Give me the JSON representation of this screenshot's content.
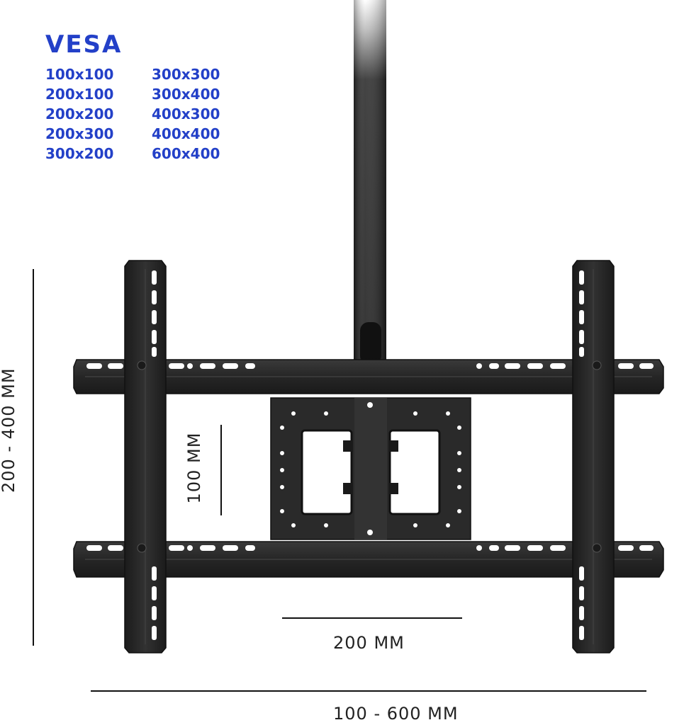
{
  "vesa": {
    "title": "VESA",
    "left_column": [
      "100x100",
      "200x100",
      "200x200",
      "200x300",
      "300x200"
    ],
    "right_column": [
      "300x300",
      "300x400",
      "400x300",
      "400x400",
      "600x400"
    ]
  },
  "dimensions": {
    "height_range": "200 - 400 MM",
    "inner_vertical": "100 MM",
    "inner_horizontal": "200 MM",
    "width_range": "100 - 600 MM"
  },
  "colors": {
    "vesa_text": "#2340c8",
    "metal": "#2b2b2b",
    "dimension_text": "#222222"
  }
}
